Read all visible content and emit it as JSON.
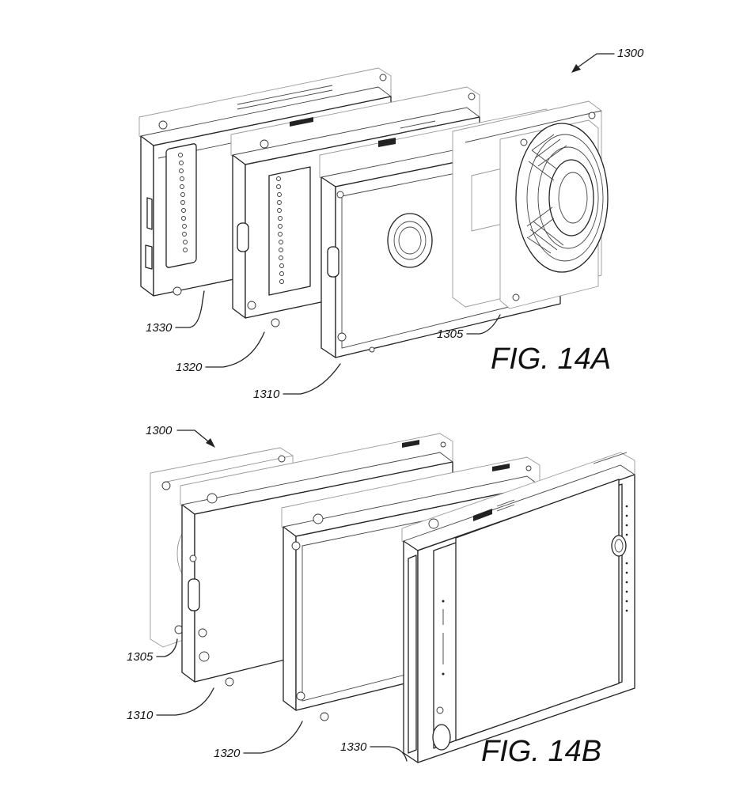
{
  "figures": [
    {
      "id": "14A",
      "caption": "FIG. 14A",
      "assembly_ref": "1300",
      "labels": {
        "camera_module": "1305",
        "module_1": "1310",
        "module_2": "1320",
        "module_3": "1330"
      }
    },
    {
      "id": "14B",
      "caption": "FIG. 14B",
      "assembly_ref": "1300",
      "labels": {
        "camera_module": "1305",
        "module_1": "1310",
        "module_2": "1320",
        "module_3": "1330"
      }
    }
  ]
}
